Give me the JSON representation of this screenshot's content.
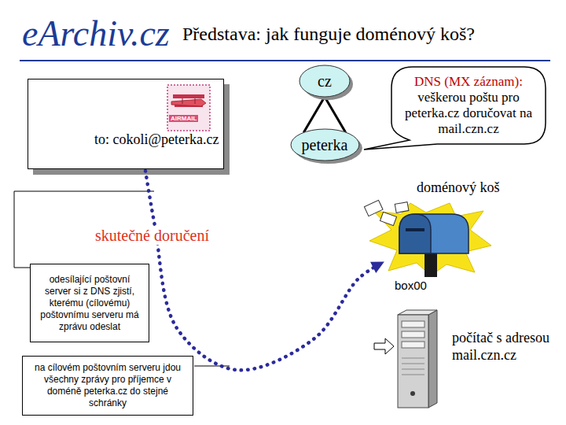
{
  "diagram": {
    "title": "Představa: jak funguje doménový koš?",
    "nodes": [
      {
        "text": [
          "to: cokoli@peterka.cz"
        ]
      },
      {
        "text": [
          "cz"
        ]
      },
      {
        "text": [
          "peterka"
        ]
      },
      {
        "text": [
          "DNS (MX záznam):",
          "veškerou poštu pro peterka.cz doručovat na mail.czn.cz"
        ]
      },
      {
        "text": [
          "odesílající poštovní server si z DNS zjistí, kterému (cílovému) poštovnímu serveru má zprávu odeslat"
        ]
      },
      {
        "text": [
          "na cílovém poštovním serveru jdou všechny zprávy pro příjemce v doméně peterka.cz do stejné schránky"
        ]
      },
      {
        "text": [
          "doménový koš",
          "box00"
        ]
      }
    ],
    "edges": [
      {
        "from": 1,
        "to": 2,
        "arrow": "none"
      },
      {
        "from": 0,
        "to": 6,
        "label": "skutečné doručení",
        "arrow": "to"
      }
    ],
    "labels": [
      "eArchiv.cz",
      "AIRMAIL",
      "počítač s adresou mail.czn.cz"
    ]
  }
}
